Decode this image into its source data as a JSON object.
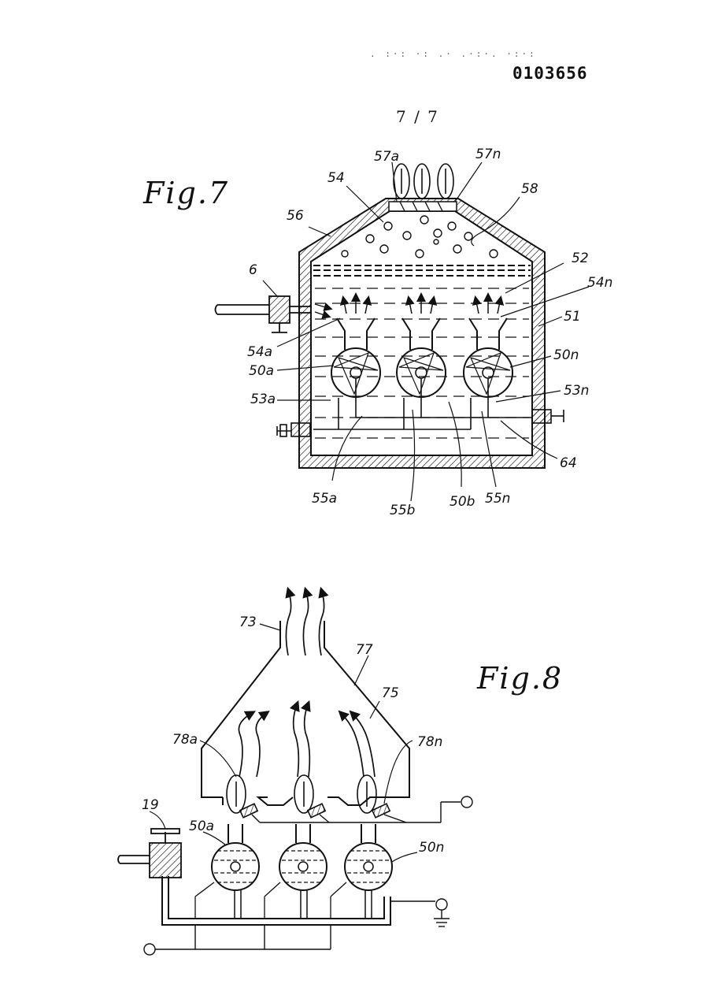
{
  "header": {
    "document_number": "0103656",
    "sheet_number": "7 / 7",
    "stamp_marks": ". :·: ·: .· .·:·. ·:·:"
  },
  "figure7": {
    "caption": "Fig.7",
    "labels": {
      "l57a": "57a",
      "l57n": "57n",
      "l54": "54",
      "l58": "58",
      "l56": "56",
      "l52": "52",
      "l6": "6",
      "l54n": "54n",
      "l51": "51",
      "l54a": "54a",
      "l50a": "50a",
      "l50n": "50n",
      "l53a": "53a",
      "l53n": "53n",
      "l64": "64",
      "l55a": "55a",
      "l55b": "55b",
      "l50b": "50b",
      "l55n": "55n"
    }
  },
  "figure8": {
    "caption": "Fig.8",
    "labels": {
      "l73": "73",
      "l77": "77",
      "l75": "75",
      "l78a": "78a",
      "l78n": "78n",
      "l19": "19",
      "l50a": "50a",
      "l50n": "50n"
    }
  }
}
